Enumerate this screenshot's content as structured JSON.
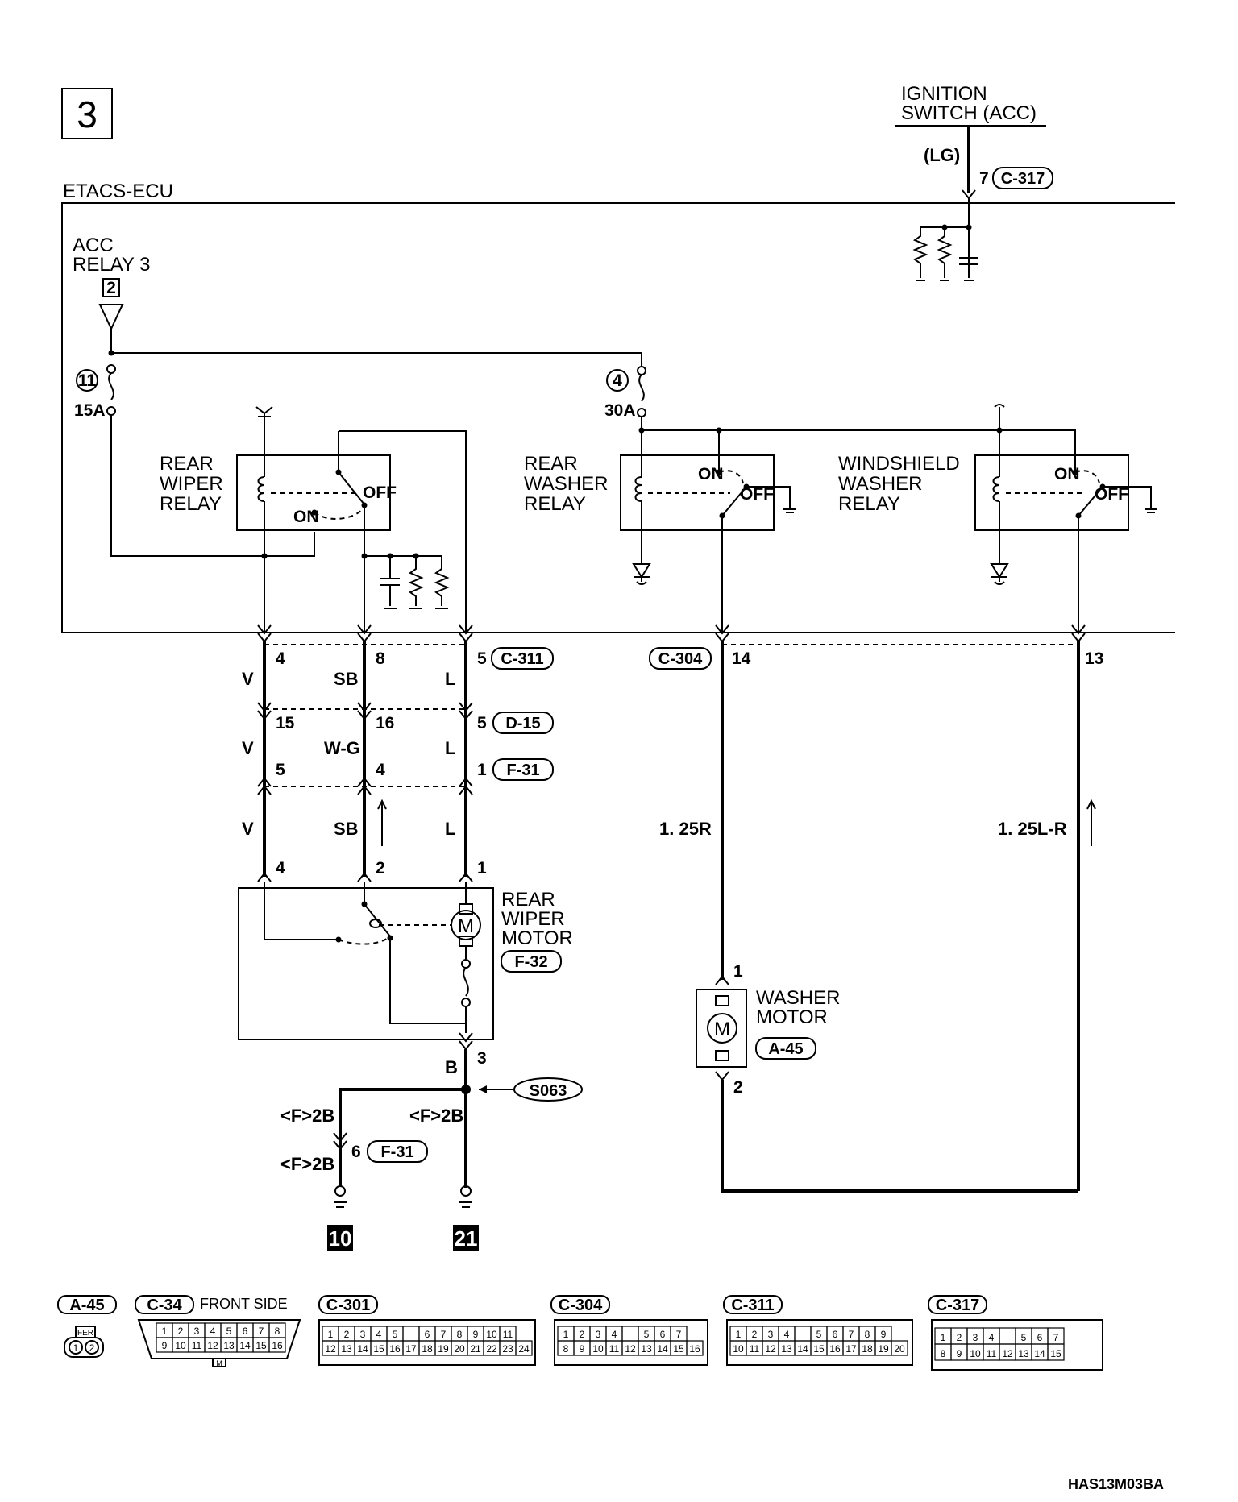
{
  "diagram": {
    "page_number": "3",
    "ignition": {
      "line1": "IGNITION",
      "line2": "SWITCH (ACC)",
      "wire": "(LG)",
      "pin": "7",
      "connector": "C-317"
    },
    "ecu_label": "ETACS-ECU",
    "acc_relay": {
      "line1": "ACC",
      "line2": "RELAY 3",
      "ref": "2"
    },
    "fuses": [
      {
        "number": "11",
        "rating": "15A"
      },
      {
        "number": "4",
        "rating": "30A"
      }
    ],
    "relays": {
      "rear_wiper": {
        "line1": "REAR",
        "line2": "WIPER",
        "line3": "RELAY",
        "off": "OFF",
        "on": "ON"
      },
      "rear_washer": {
        "line1": "REAR",
        "line2": "WASHER",
        "line3": "RELAY",
        "off": "OFF",
        "on": "ON"
      },
      "windshield_washer": {
        "line1": "WINDSHIELD",
        "line2": "WASHER",
        "line3": "RELAY",
        "off": "OFF",
        "on": "ON"
      }
    },
    "ecu_pins": {
      "p4": "4",
      "p8": "8",
      "p5": "5",
      "conn_c311": "C-311",
      "conn_c304": "C-304",
      "p14": "14",
      "p13": "13"
    },
    "wire_colors": {
      "V": "V",
      "SB": "SB",
      "L": "L",
      "WG": "W-G",
      "R125": "1. 25R",
      "LR125": "1. 25L-R",
      "B": "B",
      "F2B": "<F>2B"
    },
    "d15": {
      "p15": "15",
      "p16": "16",
      "p5": "5",
      "conn": "D-15"
    },
    "f31": {
      "p5": "5",
      "p4": "4",
      "p1": "1",
      "conn": "F-31"
    },
    "wiper_motor": {
      "pin4": "4",
      "pin2": "2",
      "pin1": "1",
      "line1": "REAR",
      "line2": "WIPER",
      "line3": "MOTOR",
      "conn": "F-32",
      "pin3": "3",
      "m": "M"
    },
    "washer_motor": {
      "pin1": "1",
      "line1": "WASHER",
      "line2": "MOTOR",
      "conn": "A-45",
      "pin2": "2",
      "m": "M"
    },
    "splice": "S063",
    "ground_f31": {
      "pin": "6",
      "conn": "F-31"
    },
    "grounds": [
      "10",
      "21"
    ],
    "footer": "HAS13M03BA"
  },
  "connectors": {
    "a45": {
      "title": "A-45",
      "tag": "FER",
      "pins": [
        "1",
        "2"
      ]
    },
    "c34": {
      "title": "C-34",
      "subtitle": "FRONT SIDE",
      "top": [
        "1",
        "2",
        "3",
        "4",
        "5",
        "6",
        "7",
        "8"
      ],
      "bottom": [
        "9",
        "10",
        "11",
        "12",
        "13",
        "14",
        "15",
        "16"
      ],
      "tag": "M"
    },
    "c301": {
      "title": "C-301",
      "top": [
        "1",
        "2",
        "3",
        "4",
        "5",
        "",
        "6",
        "7",
        "8",
        "9",
        "10",
        "11"
      ],
      "bottom": [
        "12",
        "13",
        "14",
        "15",
        "16",
        "17",
        "18",
        "19",
        "20",
        "21",
        "22",
        "23",
        "24"
      ]
    },
    "c304": {
      "title": "C-304",
      "top": [
        "1",
        "2",
        "3",
        "4",
        "",
        "5",
        "6",
        "7"
      ],
      "bottom": [
        "8",
        "9",
        "10",
        "11",
        "12",
        "13",
        "14",
        "15",
        "16"
      ]
    },
    "c311": {
      "title": "C-311",
      "top": [
        "1",
        "2",
        "3",
        "4",
        "",
        "5",
        "6",
        "7",
        "8",
        "9"
      ],
      "bottom": [
        "10",
        "11",
        "12",
        "13",
        "14",
        "15",
        "16",
        "17",
        "18",
        "19",
        "20"
      ]
    },
    "c317": {
      "title": "C-317",
      "top": [
        "1",
        "2",
        "3",
        "4",
        "",
        "5",
        "6",
        "7"
      ],
      "bottom": [
        "8",
        "9",
        "10",
        "11",
        "12",
        "13",
        "14",
        "15"
      ]
    }
  }
}
